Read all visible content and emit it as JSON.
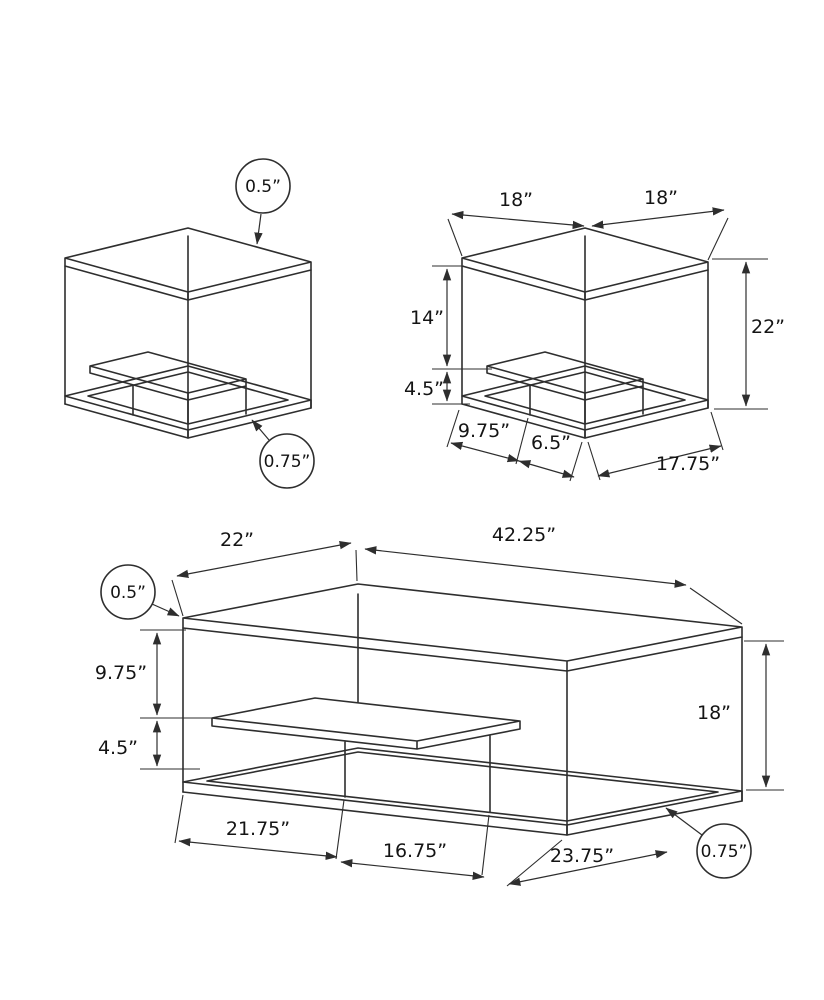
{
  "diagram": {
    "kind": "product-dimension-drawing",
    "line_color": "#2e2e2e",
    "background": "#ffffff"
  },
  "labels": {
    "end_table_plain": {
      "top_thickness": "0.5”",
      "frame_thickness": "0.75”"
    },
    "end_table_dim": {
      "top_width": "18”",
      "top_depth": "18”",
      "shelf_clearance": "14”",
      "shelf_frame_gap": "4.5”",
      "overall_height": "22”",
      "base_front_left": "9.75”",
      "base_front_mid": "6.5”",
      "base_front_right": "17.75”"
    },
    "coffee_table": {
      "top_depth": "22”",
      "top_width": "42.25”",
      "top_thickness": "0.5”",
      "shelf_clearance": "9.75”",
      "shelf_frame_gap": "4.5”",
      "overall_height": "18”",
      "base_front_left": "21.75”",
      "base_front_mid": "16.75”",
      "base_front_right": "23.75”",
      "frame_thickness": "0.75”"
    }
  }
}
